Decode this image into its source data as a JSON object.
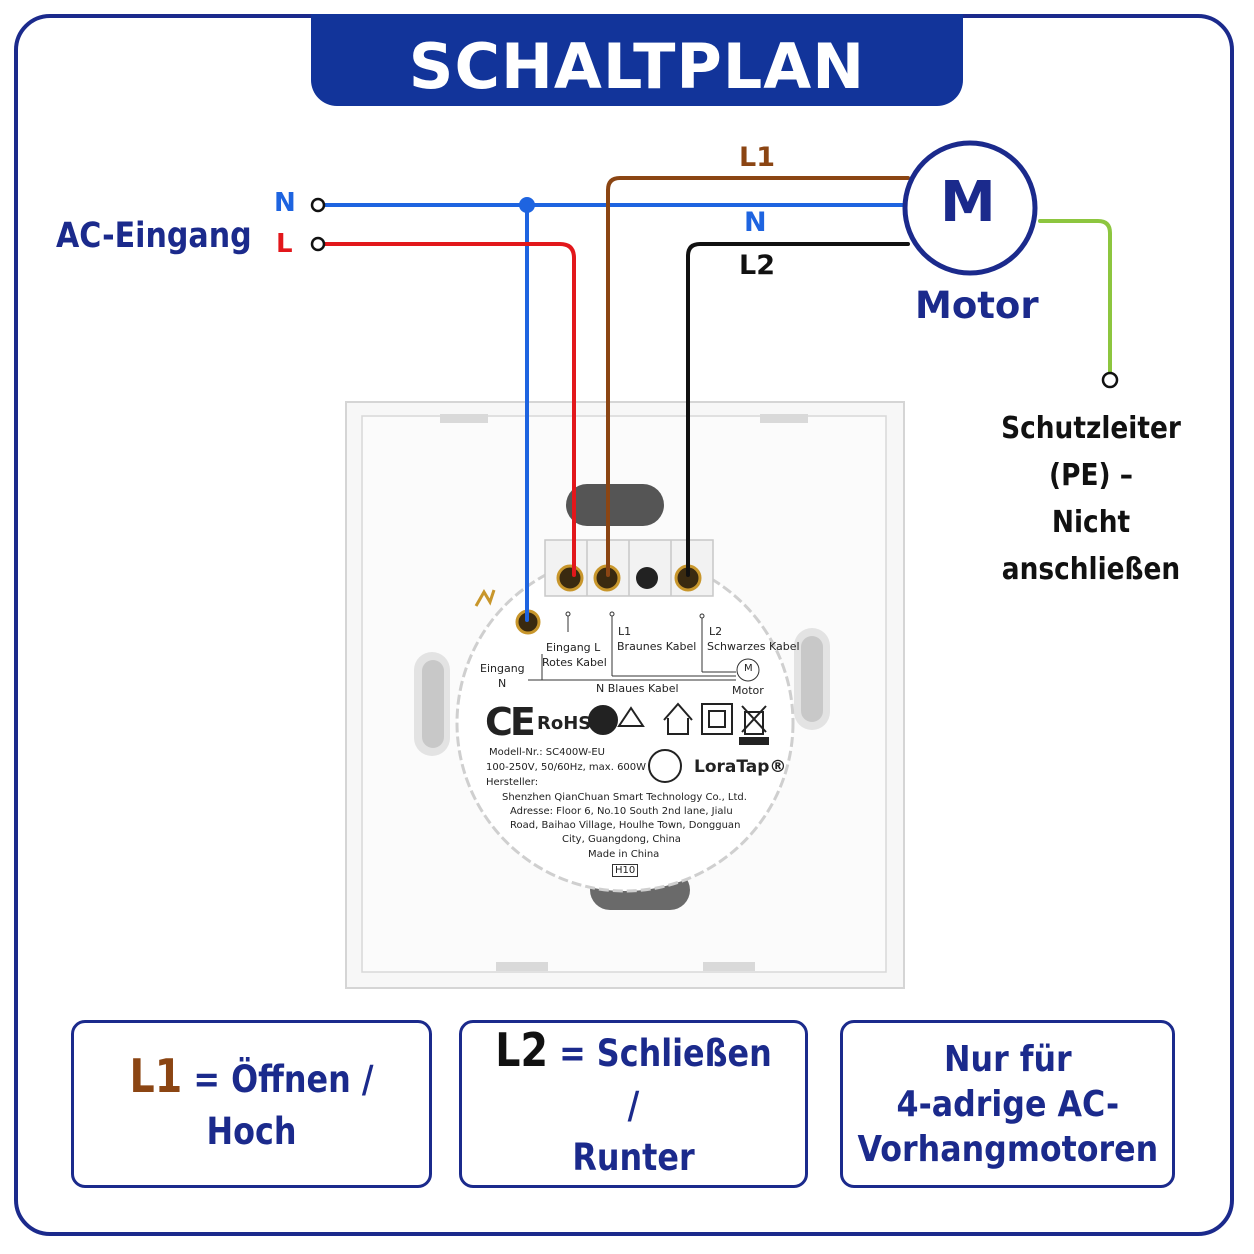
{
  "title": "SCHALTPLAN",
  "ac_input": {
    "label": "AC-Eingang",
    "n": "N",
    "l": "L"
  },
  "wires": {
    "l1": "L1",
    "n": "N",
    "l2": "L2"
  },
  "motor": {
    "symbol": "M",
    "label": "Motor"
  },
  "pe": {
    "line1": "Schutzleiter (PE) –",
    "line2": "Nicht anschließen"
  },
  "device": {
    "eingang_l": "Eingang L",
    "rotes_kabel": "Rotes Kabel",
    "l1": "L1",
    "braunes_kabel": "Braunes Kabel",
    "l2": "L2",
    "schwarzes_kabel": "Schwarzes Kabel",
    "eingang": "Eingang",
    "n": "N",
    "blaues_kabel": "N  Blaues Kabel",
    "motor_symbol": "M",
    "motor": "Motor",
    "ce": "CE",
    "rohs": "RoHS",
    "brand": "LoraTap®",
    "info": [
      "Modell-Nr.: SC400W-EU",
      "100-250V, 50/60Hz, max. 600W",
      "Hersteller:",
      "Shenzhen QianChuan Smart Technology Co., Ltd.",
      "Adresse: Floor 6, No.10 South 2nd lane, Jialu",
      "Road, Baihao Village, Houlhe Town, Dongguan",
      "City, Guangdong, China",
      "Made in China"
    ],
    "code": "H10"
  },
  "legend": {
    "box1": {
      "key": "L1",
      "text": "= Öffnen / Hoch"
    },
    "box2": {
      "key": "L2",
      "text_line1": "= Schließen /",
      "text_line2": "Runter"
    },
    "box3": {
      "line1": "Nur für",
      "line2": "4-adrige AC-",
      "line3": "Vorhangmotoren"
    }
  },
  "colors": {
    "navy": "#1b2a8c",
    "blue_wire": "#1e64e0",
    "red_wire": "#e2171b",
    "brown_wire": "#8b4513",
    "black_wire": "#111111",
    "pe_wire": "#8dc63f"
  }
}
